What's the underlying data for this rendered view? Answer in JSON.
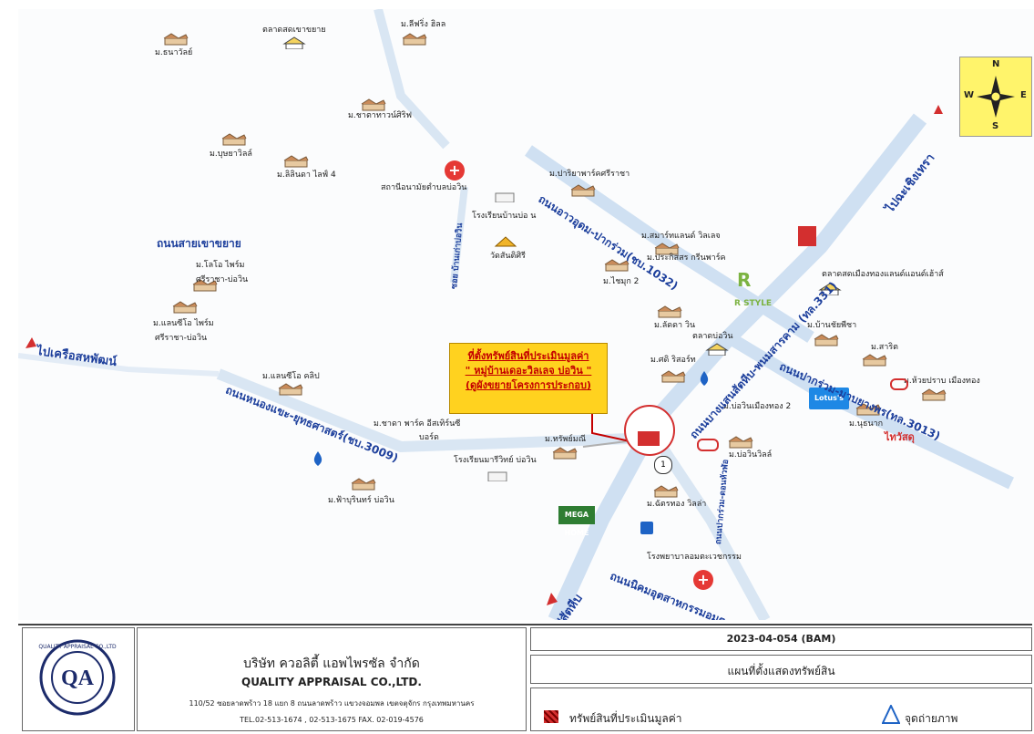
{
  "map": {
    "places": [
      {
        "key": "thanawan",
        "name": "ม.ธนาวัลย์"
      },
      {
        "key": "talad_khao",
        "name": "ตลาดสดเขาขยาย"
      },
      {
        "key": "lifring",
        "name": "ม.ลีฟริ่ง ฮิลล"
      },
      {
        "key": "chatchawan",
        "name": "ม.ชาตาทาวน์ศิริฟ"
      },
      {
        "key": "busaya",
        "name": "ม.บุษยาวิลล์"
      },
      {
        "key": "salinda",
        "name": "ม.ลิลินดา ไลฟ์ 4"
      },
      {
        "key": "health",
        "name": "สถานีอนามัยตำบลบ่อวิน"
      },
      {
        "key": "school_bowin",
        "name": "โรงเรียนบ้านบ่อ น"
      },
      {
        "key": "wat",
        "name": "วัดสันติศิรี"
      },
      {
        "key": "pariya",
        "name": "ม.ปาริยาพาร์คศรีราชา"
      },
      {
        "key": "smart",
        "name": "ม.สมาร์ทแลนด์ วิลเลจ"
      },
      {
        "key": "prakasit",
        "name": "ม.ประกิสสร กรีนพาร์ค"
      },
      {
        "key": "chaimuk",
        "name": "ม.ไชมุก 2"
      },
      {
        "key": "talad_muangthong",
        "name": "ตลาดสดเมืองทองแลนด์แอนด์เฮ้าส์"
      },
      {
        "key": "lada",
        "name": "ม.ลัดดา วิน"
      },
      {
        "key": "talad_bowin",
        "name": "ตลาดบ่อวิน"
      },
      {
        "key": "banchoice",
        "name": "ม.บ้านชัยพีชา"
      },
      {
        "key": "sarit",
        "name": "ม.สาริต"
      },
      {
        "key": "huaypraban",
        "name": "ม.ห้วยปราบ เมืองทอง"
      },
      {
        "key": "sutthanan",
        "name": "ม.นุธนาก"
      },
      {
        "key": "sakdi",
        "name": "ม.ศดิ ริสอร์ท"
      },
      {
        "key": "bowin_muangthong",
        "name": "ม.บ่อวินเมืองทอง 2"
      },
      {
        "key": "bowin_ville",
        "name": "ม.บ่อวินวิลล์"
      },
      {
        "key": "lolo",
        "name": "ม.โลโอ ไพร์ม"
      },
      {
        "key": "lolo2",
        "name": "ศรีราชา-บ่อวิน"
      },
      {
        "key": "lansio",
        "name": "ม.แลนซีโอ ไพร์ม"
      },
      {
        "key": "lansio2",
        "name": "ศรีราชา-บ่อวิน"
      },
      {
        "key": "lansio_club",
        "name": "ม.แลนซีโอ คลิป"
      },
      {
        "key": "charm",
        "name": "ม.ชาดา พาร์ค อีสเทิร์นซี"
      },
      {
        "key": "charm2",
        "name": "บอร์ด"
      },
      {
        "key": "sappamani",
        "name": "ม.ทรัพย์มณี"
      },
      {
        "key": "school_mary",
        "name": "โรงเรียนมารีวิทย์ บ่อวิน"
      },
      {
        "key": "fabulous",
        "name": "ม.ฟ้าบุรินทร์ บ่อวิน"
      },
      {
        "key": "chatthong",
        "name": "ม.ฉัตรทอง วิลล่า"
      },
      {
        "key": "hospital",
        "name": "โรงพยาบาลอมตะเวชกรรม"
      }
    ],
    "roads": {
      "sai_khao_khayai": "ถนนสายเขาขยาย",
      "ban_kao_bowin": "ซอย บ้านเก่าบ่อวิน",
      "kaoudom": "ถนนอาวอุดม-ปากร่วม(ชบ.1032)",
      "sukhumvit": "ถนนบางแสนสัตหีบ-พนมสารคาม (ทล.331)",
      "pakruam": "ถนนปากร่วม-มาบยางพร(ทล.3013)",
      "nongkho": "ถนนหนองแขะ-ยุทธศาสตร์(ชบ.3009)",
      "pakruam_donhua": "ถนนปากร่วม-ดอนหัวฬ่อ",
      "amata": "ถนนนิคมอุตสาหกรรมอมตะซิตี้"
    },
    "directions": {
      "sattahip": "ไปเครือสหพัฒน์",
      "chachoengsao": "ไปฉะเชิงเทรา",
      "sattahip2": "ไปสัตหีบ"
    },
    "brands": {
      "lotus": "Lotus's",
      "mega": "MEGA HOME",
      "thaiwatsadu": "ไทวัสดุ",
      "rstyle": "R STYLE",
      "site_number": "1"
    },
    "compass": {
      "n": "N",
      "s": "S",
      "e": "E",
      "w": "W"
    },
    "callout": {
      "line1": "ที่ตั้งทรัพย์สินที่ประเมินมูลค่า",
      "line2": "\" หมู่บ้านเดอะวิลเลจ บ่อวิน \"",
      "line3": "(ดูผังขยายโครงการประกอบ)"
    }
  },
  "footer": {
    "company_th": "บริษัท ควอลิตี้ แอพไพรซัล จำกัด",
    "company_en": "QUALITY APPRAISAL CO.,LTD.",
    "address": "110/52 ซอยลาดพร้าว 18 แยก 8 ถนนลาดพร้าว แขวงจอมพล เขตจตุจักร กรุงเทพมหานคร",
    "phone": "TEL.02-513-1674 , 02-513-1675   FAX.  02-019-4576",
    "logo_letters": "QA",
    "logo_ring": "QUALITY APPRAISAL CO.,LTD",
    "report_no": "2023-04-054 (BAM)",
    "map_title": "แผนที่ตั้งแสดงทรัพย์สิน",
    "legend_property": "ทรัพย์สินที่ประเมินมูลค่า",
    "legend_photo": "จุดถ่ายภาพ"
  },
  "colors": {
    "road": "#cfe0f2",
    "road_label": "#1d3f9c",
    "callout_bg": "#ffd21f",
    "callout_text": "#c40000",
    "compass_bg": "#fff46b"
  }
}
